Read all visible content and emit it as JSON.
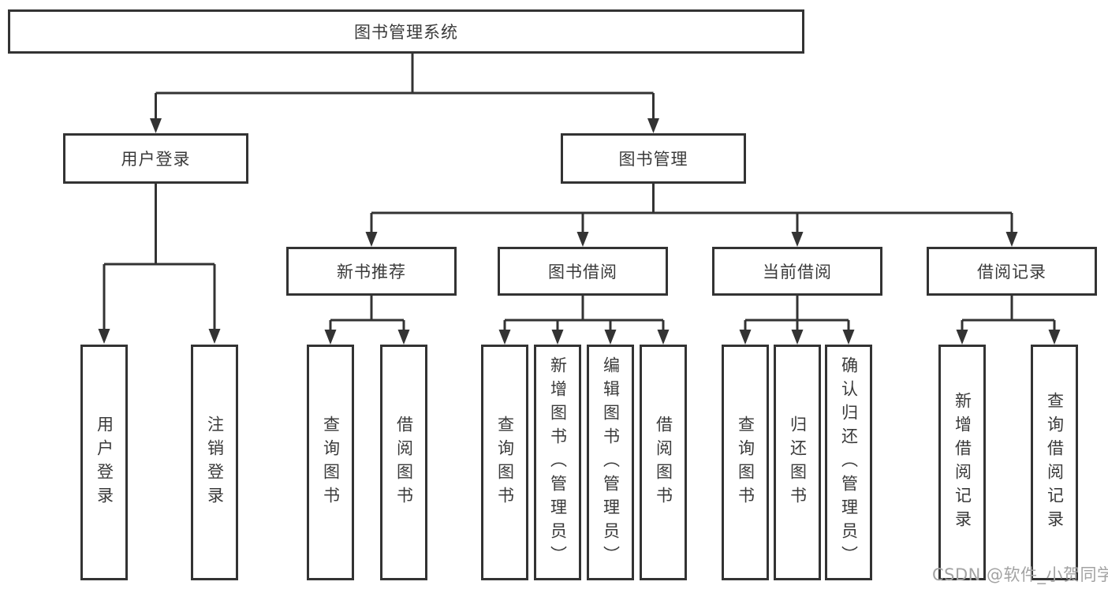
{
  "diagram": {
    "title": "图书管理系统",
    "root": {
      "label": "图书管理系统"
    },
    "level2": [
      {
        "id": "user-login",
        "label": "用户登录"
      },
      {
        "id": "book-management",
        "label": "图书管理"
      }
    ],
    "level3": [
      {
        "id": "new-book-recommend",
        "label": "新书推荐"
      },
      {
        "id": "book-borrow",
        "label": "图书借阅"
      },
      {
        "id": "current-borrow",
        "label": "当前借阅"
      },
      {
        "id": "borrow-records",
        "label": "借阅记录"
      }
    ],
    "leaves": [
      {
        "id": "user-login-leaf",
        "label": "用户登录",
        "parent": "用户登录"
      },
      {
        "id": "logout-leaf",
        "label": "注销登录",
        "parent": "用户登录"
      },
      {
        "id": "query-books-1",
        "label": "查询图书",
        "parent": "新书推荐"
      },
      {
        "id": "borrow-books-1",
        "label": "借阅图书",
        "parent": "新书推荐"
      },
      {
        "id": "query-books-2",
        "label": "查询图书",
        "parent": "图书借阅"
      },
      {
        "id": "add-books-admin",
        "label": "新增图书（管理员）",
        "parent": "图书借阅"
      },
      {
        "id": "edit-books-admin",
        "label": "编辑图书（管理员）",
        "parent": "图书借阅"
      },
      {
        "id": "borrow-books-2",
        "label": "借阅图书",
        "parent": "图书借阅"
      },
      {
        "id": "query-books-3",
        "label": "查询图书",
        "parent": "当前借阅"
      },
      {
        "id": "return-books",
        "label": "归还图书",
        "parent": "当前借阅"
      },
      {
        "id": "confirm-return-admin",
        "label": "确认归还（管理员）",
        "parent": "当前借阅"
      },
      {
        "id": "add-borrow-record",
        "label": "新增借阅记录",
        "parent": "借阅记录"
      },
      {
        "id": "query-borrow-record",
        "label": "查询借阅记录",
        "parent": "借阅记录"
      }
    ],
    "colors": {
      "line": "#333333",
      "border": "#333333",
      "text": "#3a3a3a",
      "background": "#ffffff",
      "watermark": "#a3a3a3"
    }
  },
  "watermark": {
    "text": "CSDN @软件_小贺同学"
  }
}
